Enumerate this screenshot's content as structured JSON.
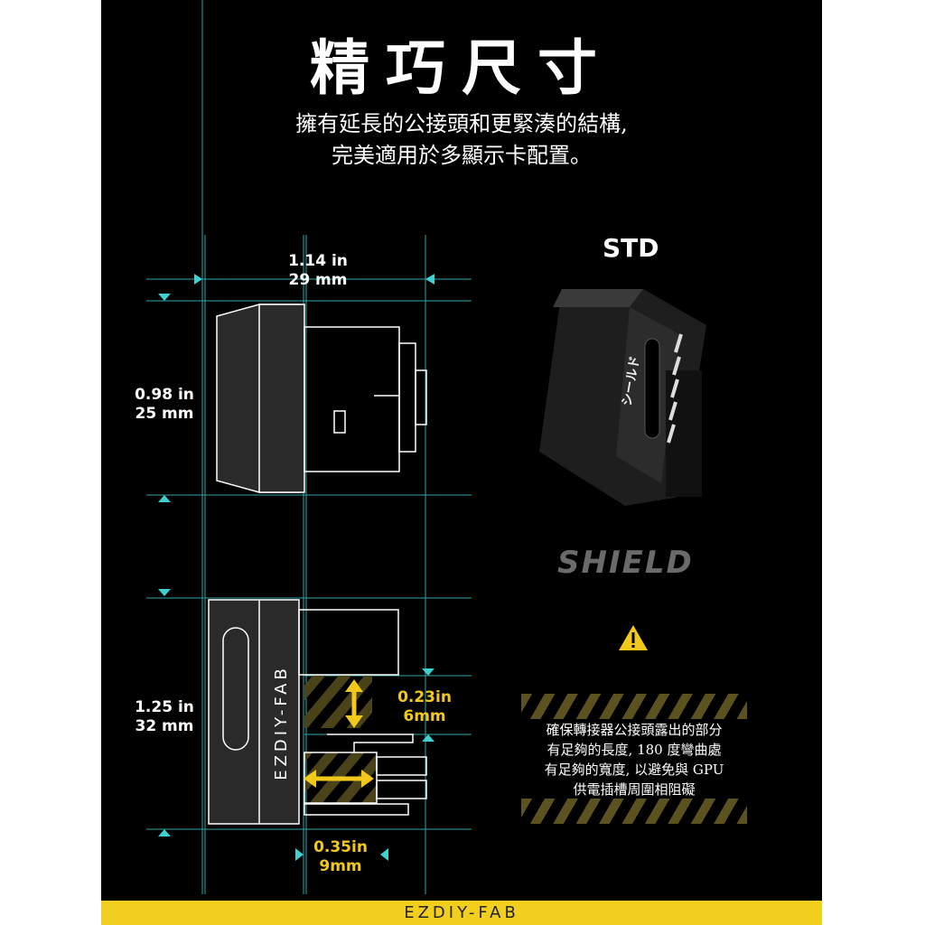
{
  "header": {
    "title": "精巧尺寸",
    "subtitle_line1": "擁有延長的公接頭和更緊湊的結構,",
    "subtitle_line2": "完美適用於多顯示卡配置。"
  },
  "dimensions": {
    "width": {
      "in": "1.14 in",
      "mm": "29 mm"
    },
    "side_height": {
      "in": "0.98 in",
      "mm": "25 mm"
    },
    "front_height": {
      "in": "1.25 in",
      "mm": "32 mm"
    },
    "clearance_vertical": {
      "in": "0.23in",
      "mm": "6mm"
    },
    "clearance_horizontal": {
      "in": "0.35in",
      "mm": "9mm"
    }
  },
  "drawing": {
    "brand_text": "EZDIY-FAB"
  },
  "product": {
    "variant": "STD",
    "name": "SHIELD",
    "side_text": "シールド"
  },
  "warning": {
    "icon": "warning-triangle-icon",
    "lines": [
      "確保轉接器公接頭露出的部分",
      "有足夠的長度, 180 度彎曲處",
      "有足夠的寬度, 以避免與 GPU",
      "供電插槽周圍相阻礙"
    ]
  },
  "footer": {
    "brand": "EZDIY-FAB"
  },
  "colors": {
    "accent_yellow": "#f2cf1f",
    "guide_cyan": "#3fd0d0",
    "background": "#000000"
  }
}
